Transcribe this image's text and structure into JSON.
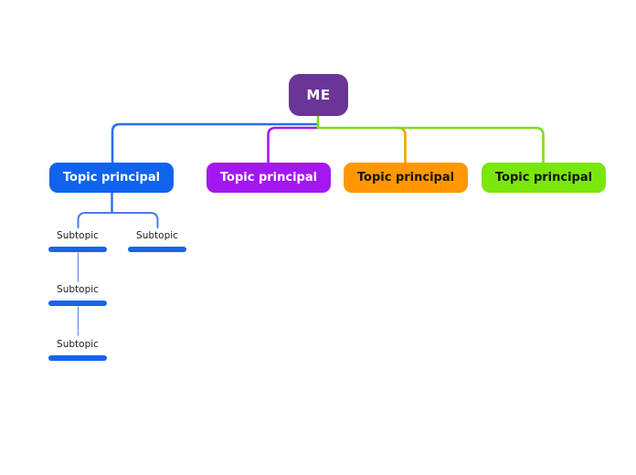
{
  "app": {
    "background": "#FFFFFF"
  },
  "mindmap": {
    "root": {
      "label": "ME",
      "fill": "#6A3596",
      "text_color": "#FFFFFF"
    },
    "topics": [
      {
        "label": "Topic principal",
        "fill": "#1063ED",
        "text_color": "#FFFFFF",
        "line_color": "#2E6FE6"
      },
      {
        "label": "Topic principal",
        "fill": "#A318F0",
        "text_color": "#FFFFFF",
        "line_color": "#A318F0"
      },
      {
        "label": "Topic principal",
        "fill": "#FF9800",
        "text_color": "#141414",
        "line_color": "#FFA000"
      },
      {
        "label": "Topic principal",
        "fill": "#7BE60D",
        "text_color": "#141414",
        "line_color": "#7FDC1C"
      }
    ],
    "subtopics": [
      {
        "label": "Subtopic",
        "bar_color": "#1664E8"
      },
      {
        "label": "Subtopic",
        "bar_color": "#1664E8"
      },
      {
        "label": "Subtopic",
        "bar_color": "#1664E8"
      },
      {
        "label": "Subtopic",
        "bar_color": "#1664E8"
      }
    ],
    "subtree_lines": {
      "stem_color": "#2E6FE6",
      "fork_color": "#4A7BE8",
      "vertical_color": "#7D9DEB"
    }
  }
}
